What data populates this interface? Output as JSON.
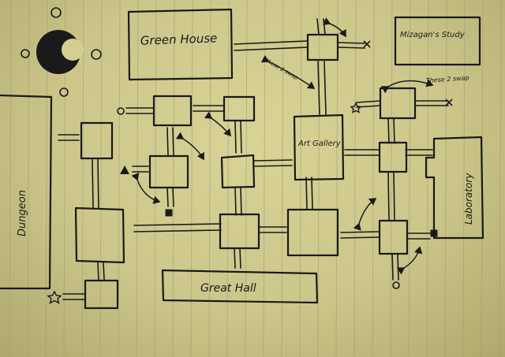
{
  "paper": {
    "colors": {
      "paper": "#d4cd90",
      "ink": "#1a1a1a",
      "rule": "#9a9a7e"
    }
  },
  "labels": {
    "green_house": "Green House",
    "mizagans_study": "Mizagan's Study",
    "dungeon": "Dungeon",
    "art_gallery": "Art Gallery",
    "laboratory": "Laboratory",
    "great_hall": "Great Hall",
    "note_top": "these 2 swap",
    "note_right": "These 2 swap"
  },
  "icons": {
    "moon": "crescent-moon-icon",
    "star": "star-icon",
    "trap": "trap-square-icon",
    "door": "small-circle-door-icon"
  }
}
